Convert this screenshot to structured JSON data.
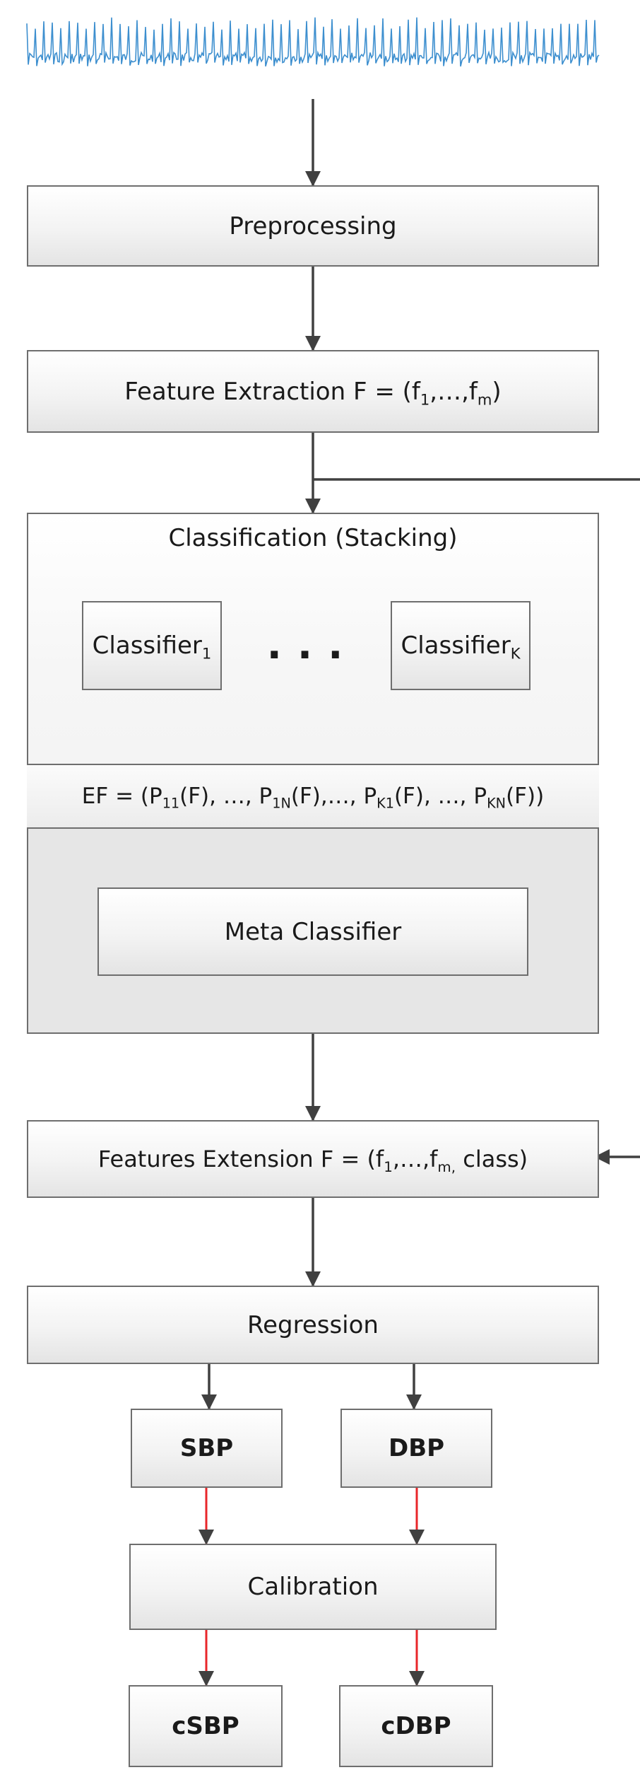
{
  "nodes": {
    "preprocessing": "Preprocessing",
    "feature_extraction": {
      "prefix": "Feature Extraction F = (f",
      "sub1": "1",
      "mid": ",…,f",
      "subm": "m",
      "suffix": ")"
    },
    "classification_title": "Classification (Stacking)",
    "classifier_1": {
      "name": "Classifier",
      "sub": "1"
    },
    "ellipsis": "...",
    "classifier_k": {
      "name": "Classifier",
      "sub": "K"
    },
    "ef": {
      "t1": "EF = (P",
      "s1": "11",
      "t2": "(F), …, P",
      "s2": "1N",
      "t3": "(F),…, P",
      "s3": "K1",
      "t4": "(F), …, P",
      "s4": "KN",
      "t5": "(F))"
    },
    "meta_classifier": "Meta Classifier",
    "features_extension": {
      "prefix": "Features Extension F = (f",
      "sub1": "1",
      "mid": ",…,f",
      "subm": "m,",
      "suffix": " class)"
    },
    "regression": "Regression",
    "sbp": "SBP",
    "dbp": "DBP",
    "calibration": "Calibration",
    "csbp": "cSBP",
    "cdbp": "cDBP"
  },
  "colors": {
    "signal": "#3d8fcf",
    "arrow": "#404040",
    "calibration_arrow": "#e8262a",
    "border": "#6e6e6e"
  }
}
